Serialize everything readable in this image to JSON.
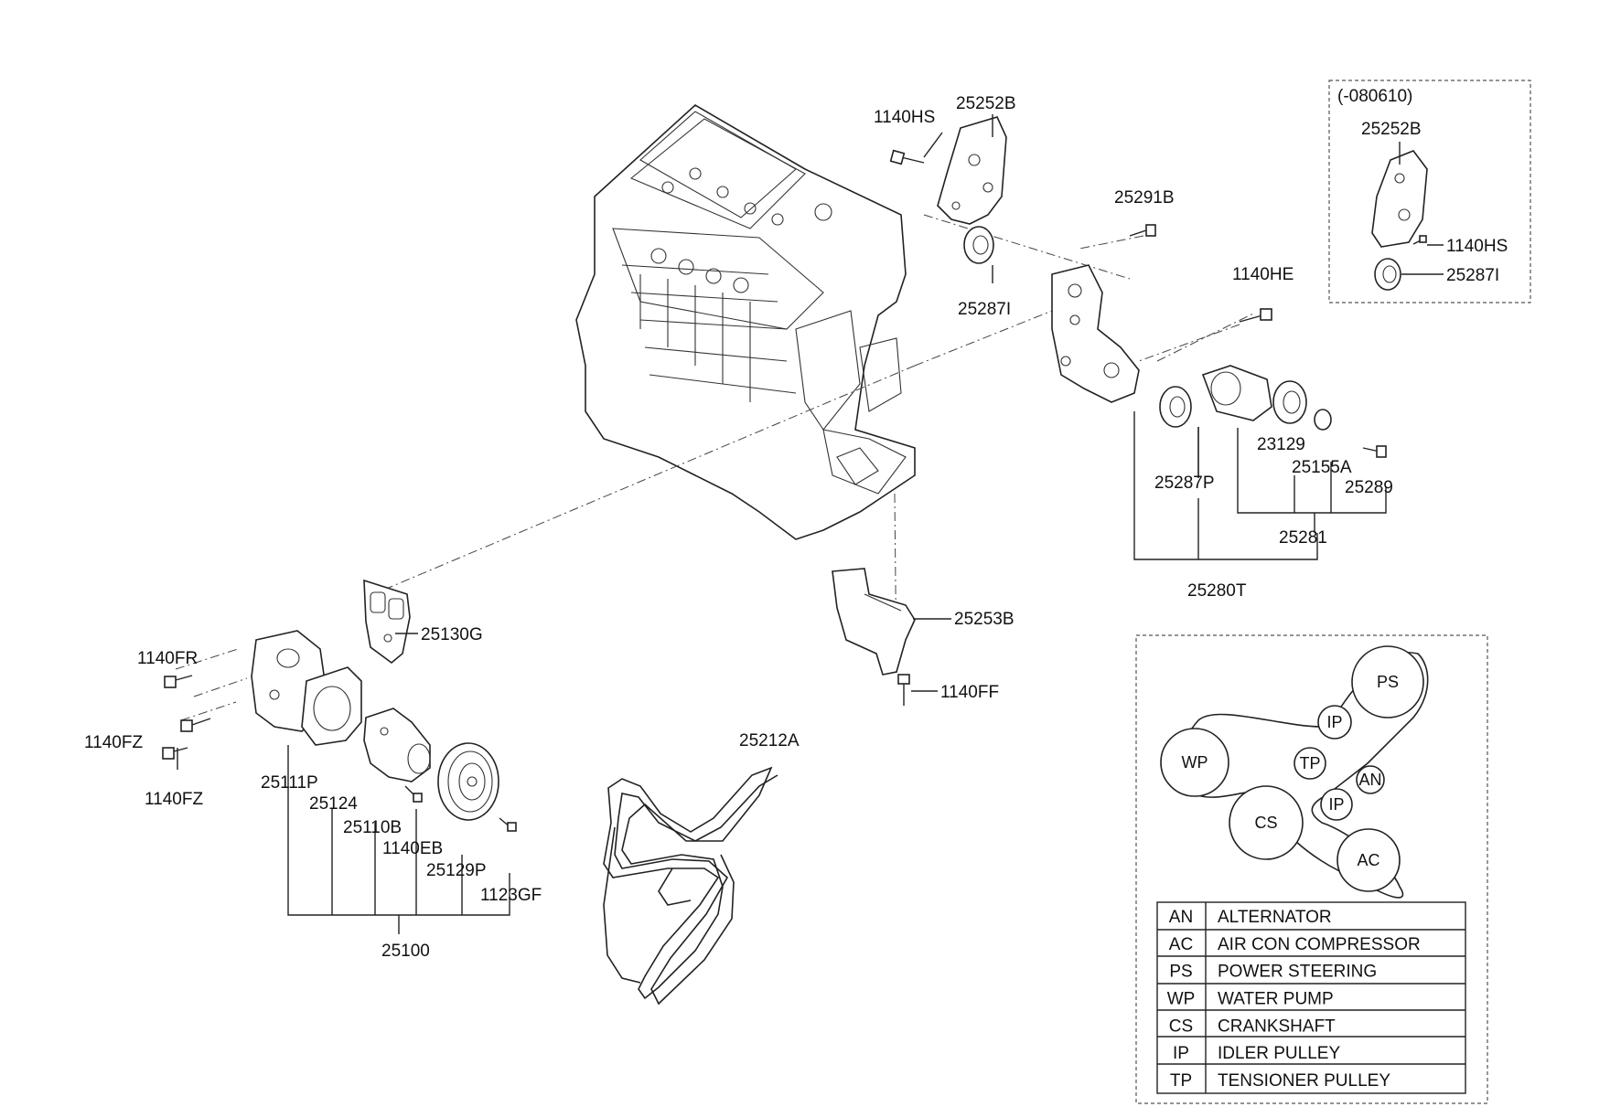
{
  "labels": {
    "hs_main": "1140HS",
    "b252_main": "25252B",
    "i287_main": "25287I",
    "b291": "25291B",
    "he1140": "1140HE",
    "t23129": "23129",
    "a25155": "25155A",
    "p287": "25287P",
    "p25289": "25289",
    "p25281": "25281",
    "t25280": "25280T",
    "b253": "25253B",
    "ff1140": "1140FF",
    "g130": "25130G",
    "fr1140": "1140FR",
    "fz1": "1140FZ",
    "fz2": "1140FZ",
    "p111": "25111P",
    "p124": "25124",
    "b110": "25110B",
    "eb1140": "1140EB",
    "p129": "25129P",
    "gf1123": "1123GF",
    "p25100": "25100",
    "a212": "25212A",
    "inset_code": "(-080610)",
    "inset_b252": "25252B",
    "inset_hs": "1140HS",
    "inset_i287": "25287I"
  },
  "belt_diagram": {
    "pulleys": {
      "ps": "PS",
      "ip1": "IP",
      "wp": "WP",
      "tp": "TP",
      "an": "AN",
      "ip2": "IP",
      "cs": "CS",
      "ac": "AC"
    },
    "legend": [
      {
        "code": "AN",
        "name": "ALTERNATOR"
      },
      {
        "code": "AC",
        "name": "AIR CON COMPRESSOR"
      },
      {
        "code": "PS",
        "name": "POWER STEERING"
      },
      {
        "code": "WP",
        "name": "WATER PUMP"
      },
      {
        "code": "CS",
        "name": "CRANKSHAFT"
      },
      {
        "code": "IP",
        "name": "IDLER PULLEY"
      },
      {
        "code": "TP",
        "name": "TENSIONER PULLEY"
      }
    ]
  }
}
